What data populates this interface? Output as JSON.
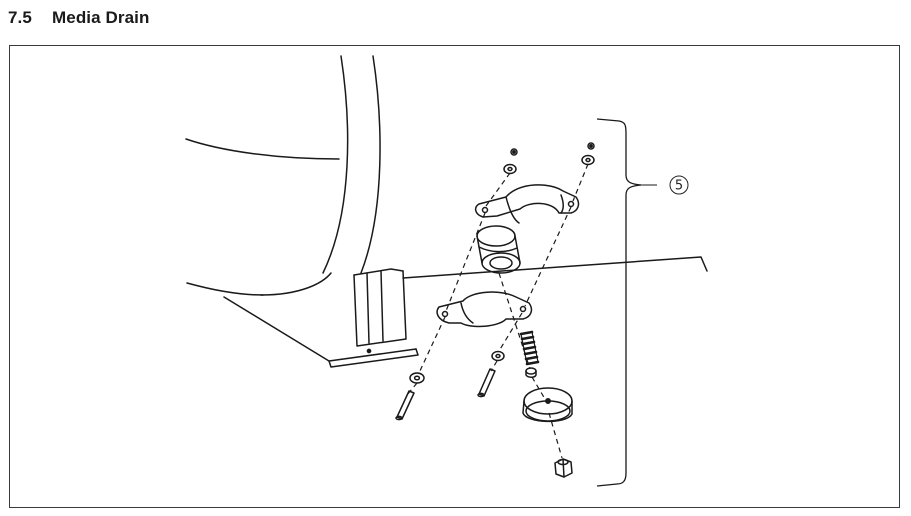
{
  "section": {
    "number": "7.5",
    "title": "Media Drain"
  },
  "figure": {
    "callout_label": "5"
  }
}
